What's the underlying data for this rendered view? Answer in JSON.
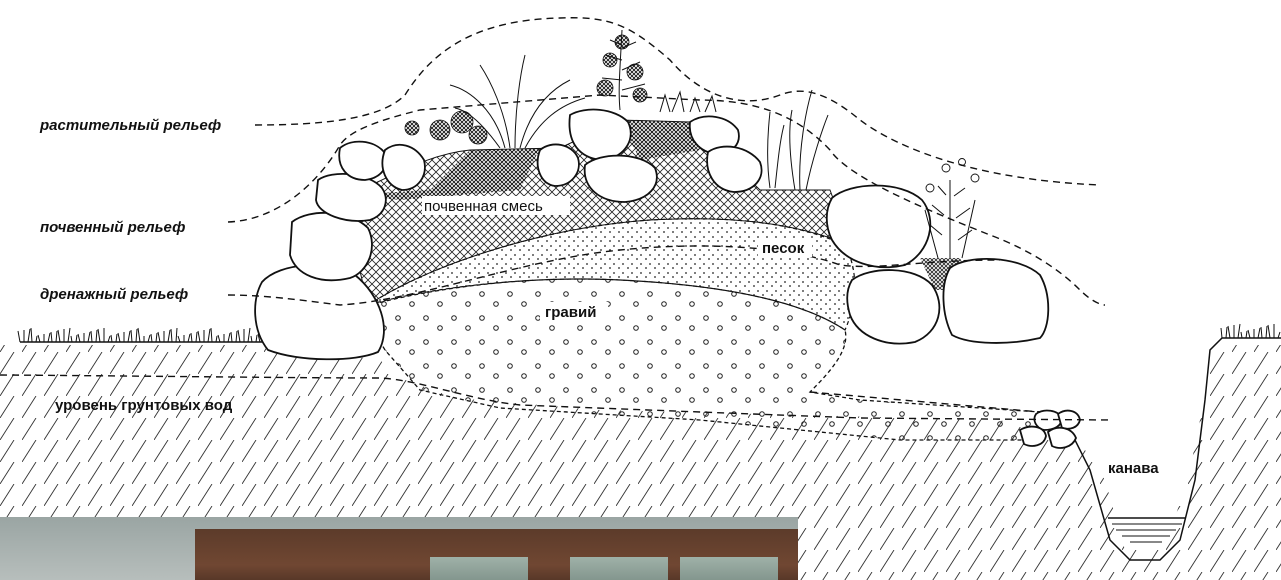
{
  "labels": {
    "plant_relief": "растительный рельеф",
    "soil_relief": "почвенный рельеф",
    "drainage_relief": "дренажный рельеф",
    "groundwater_level": "уровень грунтовых вод",
    "soil_mix": "почвенная смесь",
    "sand": "песок",
    "gravel": "гравий",
    "ditch": "канава"
  },
  "colors": {
    "ink": "#111111",
    "paper": "#ffffff",
    "photo_brick": "#5c3b2a",
    "photo_ground": "#9aa5a3"
  }
}
